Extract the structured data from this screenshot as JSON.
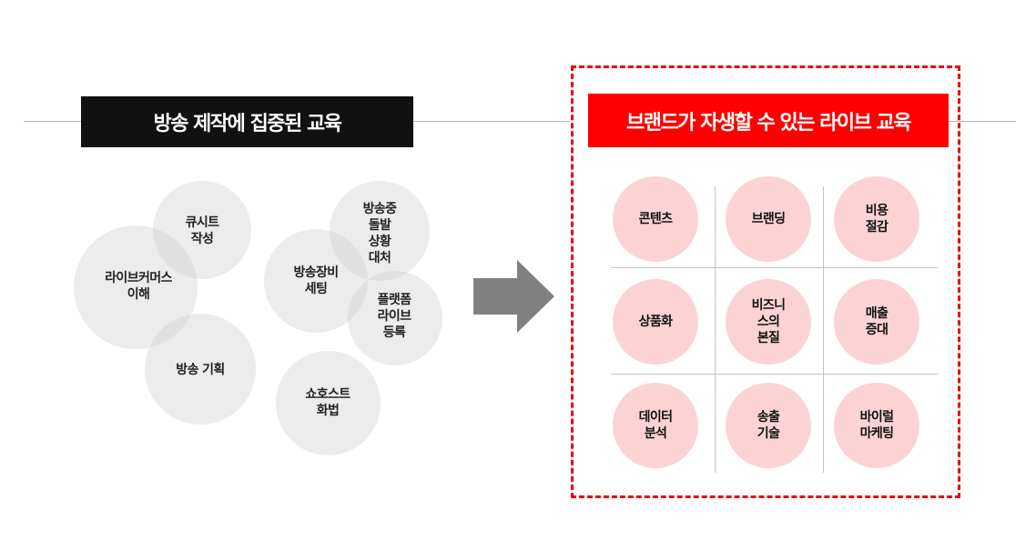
{
  "left_title": "방송 제작에 집중된 교육",
  "right_title": "브랜드가 자생할 수 있는 라이브 교육",
  "left_topics": [
    {
      "label": "큐시트\n작성"
    },
    {
      "label": "라이브커머스\n이해"
    },
    {
      "label": "방송 기획"
    },
    {
      "label": "방송중\n돌발\n상황\n대처"
    },
    {
      "label": "방송장비\n세팅"
    },
    {
      "label": "플랫폼\n라이브\n등록"
    },
    {
      "label": "쇼호스트\n화법"
    }
  ],
  "right_topics": [
    {
      "label": "콘텐츠"
    },
    {
      "label": "브랜딩"
    },
    {
      "label": "비용\n절감"
    },
    {
      "label": "상품화"
    },
    {
      "label": "비즈니\n스의\n본질"
    },
    {
      "label": "매출\n증대"
    },
    {
      "label": "데이터\n분석"
    },
    {
      "label": "송출\n기술"
    },
    {
      "label": "바이럴\n마케팅"
    }
  ],
  "colors": {
    "left_title_bg": "#111111",
    "right_title_bg": "#ff0000",
    "grey_circle": "#cccccc",
    "pink_circle": "#fbd3d4",
    "arrow": "#808080",
    "dashed_border": "#ee0000"
  },
  "icons": {
    "transition": "right-arrow-icon"
  }
}
